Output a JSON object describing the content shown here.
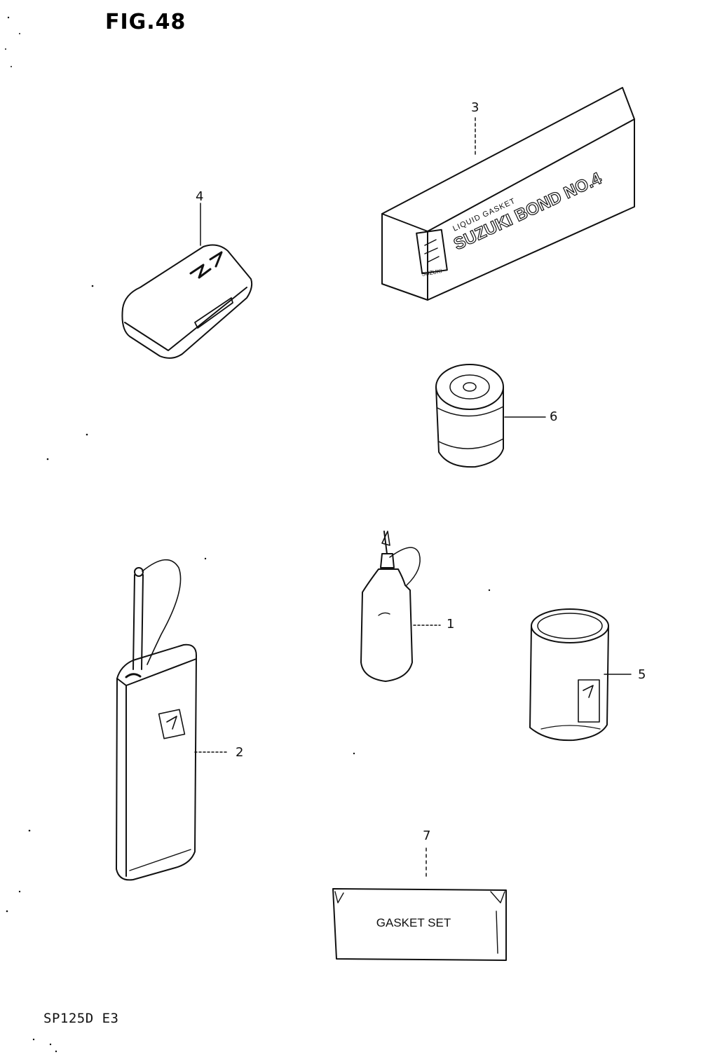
{
  "figure": {
    "title": "FIG.48",
    "model": "SP125D E3"
  },
  "parts": [
    {
      "ref": "1",
      "depiction": "oil-bottle"
    },
    {
      "ref": "2",
      "depiction": "oil-can"
    },
    {
      "ref": "3",
      "depiction": "bond-box",
      "box_text": "SUZUKI BOND NO.4",
      "box_subtext": "LIQUID GASKET",
      "brand_text": "SUZUKI"
    },
    {
      "ref": "4",
      "depiction": "tool-case"
    },
    {
      "ref": "5",
      "depiction": "grease-can"
    },
    {
      "ref": "6",
      "depiction": "paint-tin"
    },
    {
      "ref": "7",
      "depiction": "gasket-envelope",
      "envelope_text": "GASKET SET"
    }
  ],
  "colors": {
    "ink": "#111111",
    "paper": "#ffffff"
  }
}
